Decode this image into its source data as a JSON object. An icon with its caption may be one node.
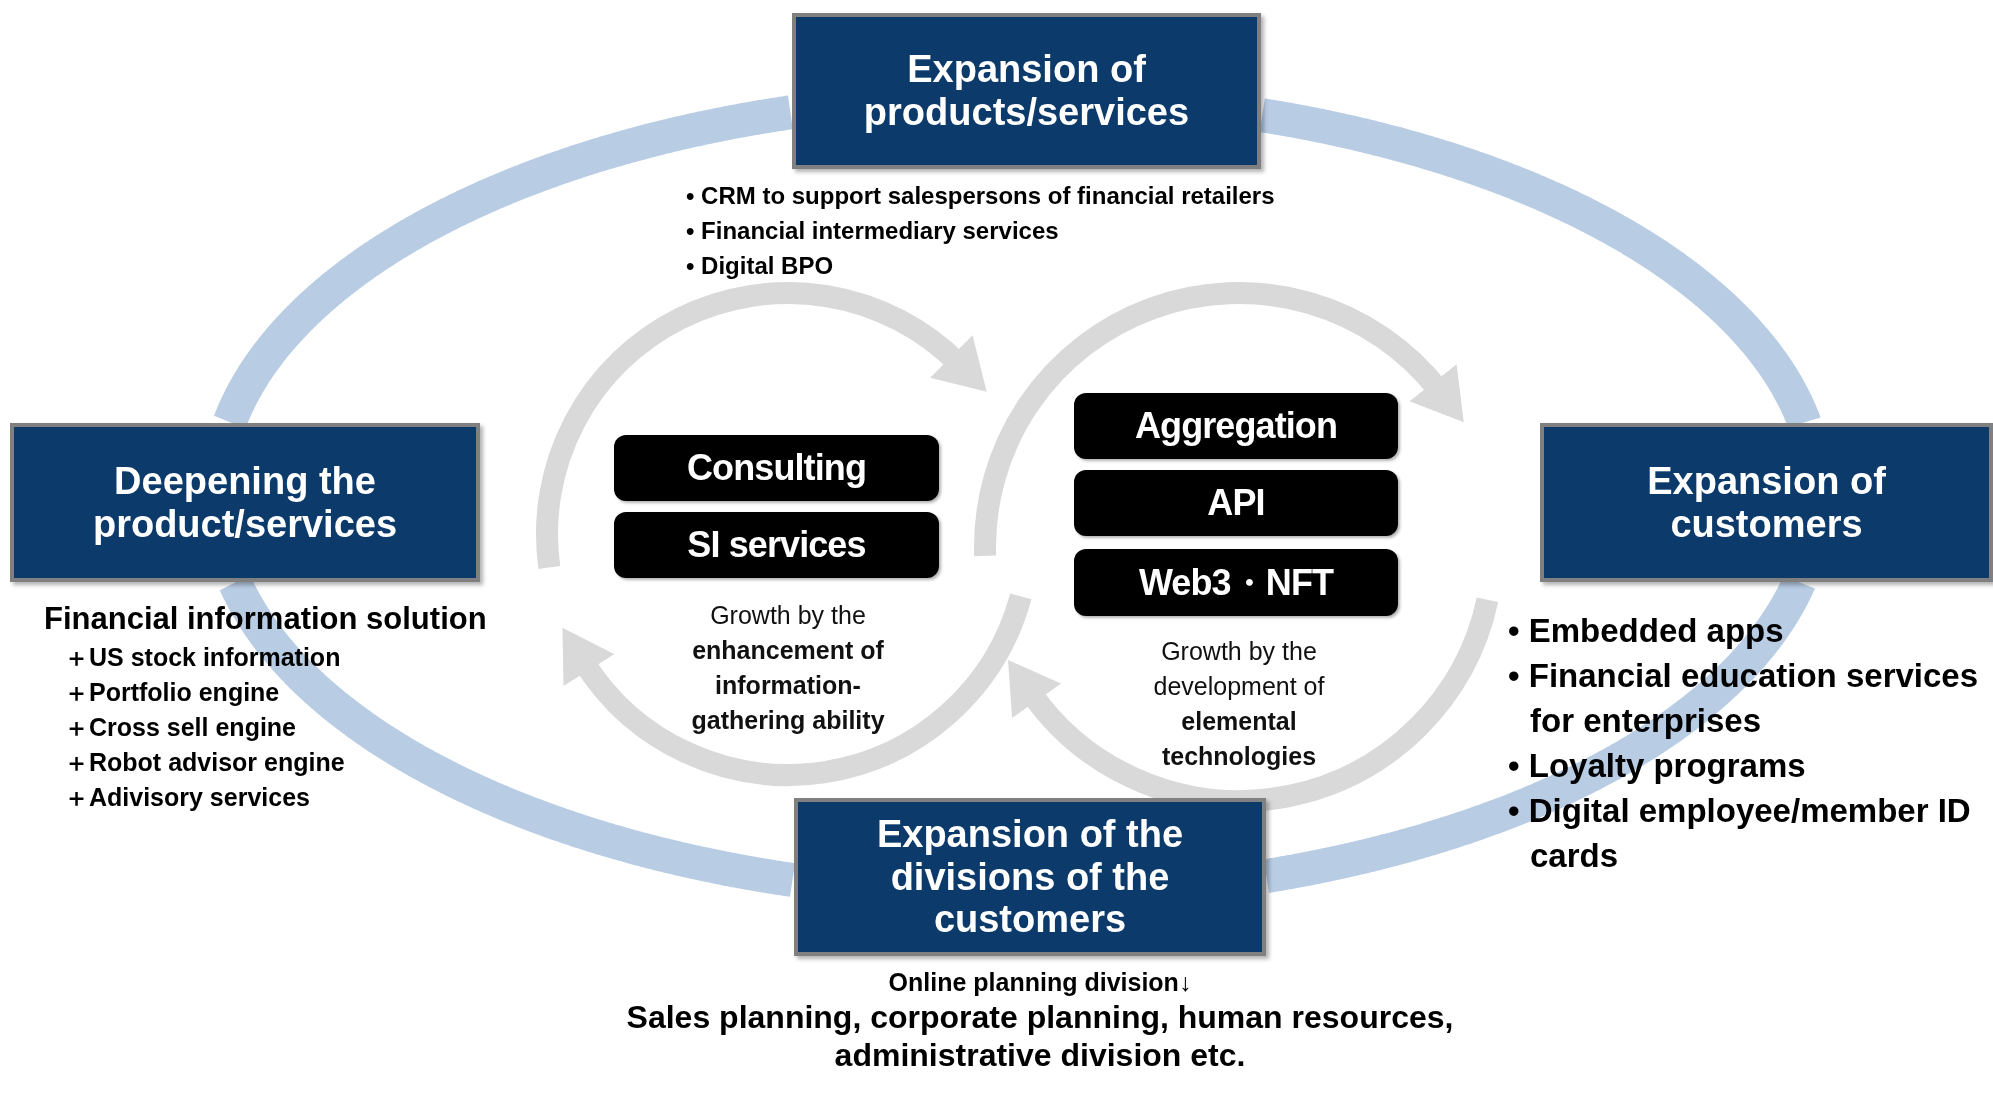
{
  "diagram": {
    "nodes": [
      {
        "text": [
          "Expansion of products/services"
        ],
        "beside": [
          "• CRM to support salespersons of financial retailers",
          "• Financial intermediary services",
          "• Digital BPO"
        ]
      },
      {
        "text": [
          "Deepening the product/services"
        ],
        "beside": [
          "Financial information solution",
          "＋US stock information",
          "＋Portfolio engine",
          "＋Cross sell engine",
          "＋Robot advisor engine",
          "＋Adivisory services"
        ]
      },
      {
        "text": [
          "Consulting"
        ]
      },
      {
        "text": [
          "SI services"
        ]
      },
      {
        "text": [
          "Aggregation"
        ]
      },
      {
        "text": [
          "API"
        ]
      },
      {
        "text": [
          "Web3・NFT"
        ]
      },
      {
        "text": [
          "Expansion of customers"
        ],
        "beside": [
          "• Embedded apps",
          "• Financial education services for enterprises",
          "• Loyalty programs",
          "• Digital employee/member ID cards"
        ]
      },
      {
        "text": [
          "Expansion of the divisions of the customers"
        ],
        "beside": [
          "Online planning division↓",
          "Sales planning, corporate planning, human resources, administrative division etc."
        ]
      }
    ],
    "edges": [
      {
        "from": 0,
        "to": 7,
        "arrow": "none",
        "color": "#b8cce4"
      },
      {
        "from": 7,
        "to": 8,
        "arrow": "none",
        "color": "#b8cce4"
      },
      {
        "from": 8,
        "to": 1,
        "arrow": "none",
        "color": "#b8cce4"
      },
      {
        "from": 1,
        "to": 0,
        "arrow": "none",
        "color": "#b8cce4"
      }
    ],
    "labels": [
      "Growth by the **enhancement of information-gathering ability**",
      "Growth by the development of **elemental technologies**"
    ]
  }
}
